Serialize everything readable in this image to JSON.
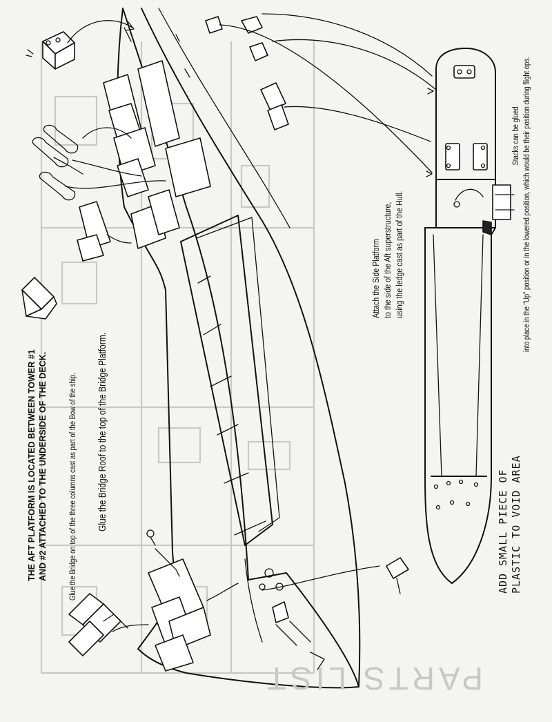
{
  "notes": {
    "aft_platform": {
      "line1": "THE AFT PLATFORM IS  LOCATED BETWEEN TOWER #1",
      "line2": "AND #2 ATTACHED TO THE UNDERSIDE OF THE DECK."
    },
    "bridge_columns": "Glue the Bridge on top of the three columns cast as part of the Bow of the ship.",
    "bridge_roof": "Glue the Bridge Roof to the top of the Bridge Platform.",
    "side_platform": {
      "line1": "Attach the Side Platform",
      "line2": "to the side of the Aft superstructure,",
      "line3": "using the ledge cast as part of the Hull."
    },
    "stacks": {
      "line1": "Stacks can be glued",
      "line2": "into place in the \"Up\" position or in the lowered position, which would be their position during flight ops."
    },
    "handwritten": {
      "line1": "ADD SMALL PIECE OF",
      "line2": "PLASTIC TO VOID AREA"
    },
    "parts_list_title": "PARTS LIST"
  }
}
